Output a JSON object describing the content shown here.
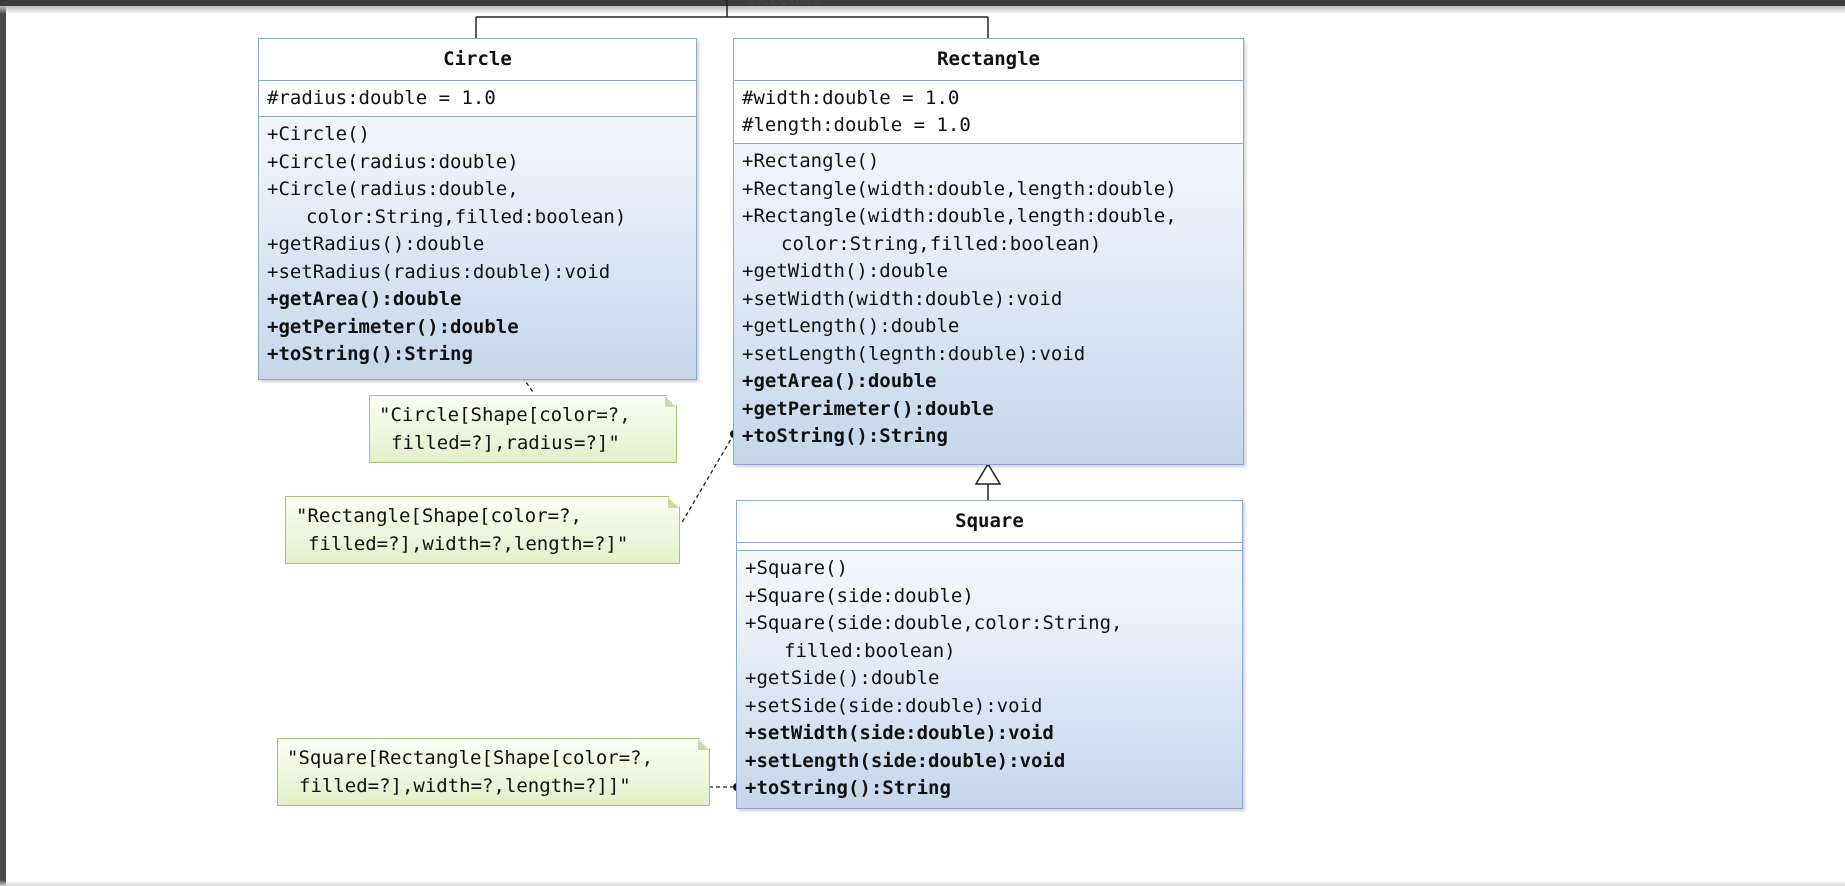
{
  "top_cut_label": "extends",
  "classes": {
    "circle": {
      "name": "Circle",
      "attributes": [
        "#radius:double = 1.0"
      ],
      "operations": [
        {
          "text": "+Circle()",
          "bold": false,
          "indent": false
        },
        {
          "text": "+Circle(radius:double)",
          "bold": false,
          "indent": false
        },
        {
          "text": "+Circle(radius:double,",
          "bold": false,
          "indent": false
        },
        {
          "text": "color:String,filled:boolean)",
          "bold": false,
          "indent": true
        },
        {
          "text": "+getRadius():double",
          "bold": false,
          "indent": false
        },
        {
          "text": "+setRadius(radius:double):void",
          "bold": false,
          "indent": false
        },
        {
          "text": "+getArea():double",
          "bold": true,
          "indent": false
        },
        {
          "text": "+getPerimeter():double",
          "bold": true,
          "indent": false
        },
        {
          "text": "+toString():String",
          "bold": true,
          "indent": false
        }
      ]
    },
    "rectangle": {
      "name": "Rectangle",
      "attributes": [
        "#width:double = 1.0",
        "#length:double = 1.0"
      ],
      "operations": [
        {
          "text": "+Rectangle()",
          "bold": false,
          "indent": false
        },
        {
          "text": "+Rectangle(width:double,length:double)",
          "bold": false,
          "indent": false
        },
        {
          "text": "+Rectangle(width:double,length:double,",
          "bold": false,
          "indent": false
        },
        {
          "text": "color:String,filled:boolean)",
          "bold": false,
          "indent": true
        },
        {
          "text": "+getWidth():double",
          "bold": false,
          "indent": false
        },
        {
          "text": "+setWidth(width:double):void",
          "bold": false,
          "indent": false
        },
        {
          "text": "+getLength():double",
          "bold": false,
          "indent": false
        },
        {
          "text": "+setLength(legnth:double):void",
          "bold": false,
          "indent": false
        },
        {
          "text": "+getArea():double",
          "bold": true,
          "indent": false
        },
        {
          "text": "+getPerimeter():double",
          "bold": true,
          "indent": false
        },
        {
          "text": "+toString():String",
          "bold": true,
          "indent": false
        }
      ]
    },
    "square": {
      "name": "Square",
      "attributes": [],
      "operations": [
        {
          "text": "+Square()",
          "bold": false,
          "indent": false
        },
        {
          "text": "+Square(side:double)",
          "bold": false,
          "indent": false
        },
        {
          "text": "+Square(side:double,color:String,",
          "bold": false,
          "indent": false
        },
        {
          "text": "filled:boolean)",
          "bold": false,
          "indent": true
        },
        {
          "text": "+getSide():double",
          "bold": false,
          "indent": false
        },
        {
          "text": "+setSide(side:double):void",
          "bold": false,
          "indent": false
        },
        {
          "text": "+setWidth(side:double):void",
          "bold": true,
          "indent": false
        },
        {
          "text": "+setLength(side:double):void",
          "bold": true,
          "indent": false
        },
        {
          "text": "+toString():String",
          "bold": true,
          "indent": false
        }
      ]
    }
  },
  "notes": {
    "circle": [
      "\"Circle[Shape[color=?,",
      "filled=?],radius=?]\""
    ],
    "rectangle": [
      "\"Rectangle[Shape[color=?,",
      "filled=?],width=?,length=?]\""
    ],
    "square": [
      "\"Square[Rectangle[Shape[color=?,",
      "filled=?],width=?,length=?]]\""
    ]
  },
  "colors": {
    "class_border": "#8ea7cc",
    "class_fill_bottom": "#c6d6ea",
    "note_border": "#a9c47a",
    "note_fill_bottom": "#e3efc9",
    "line": "#222222"
  }
}
